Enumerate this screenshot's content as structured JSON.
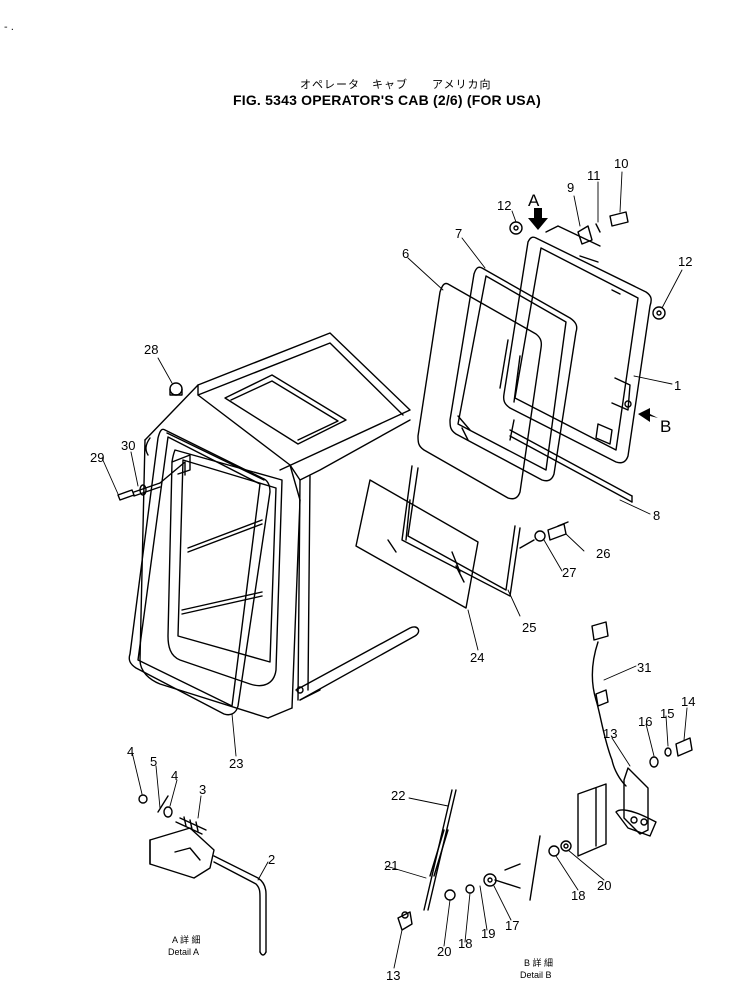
{
  "header": {
    "corner_mark": "- .",
    "title_jp": "オペレータ　キャブ　　アメリカ向",
    "title": "FIG. 5343 OPERATOR'S CAB (2/6) (FOR USA)"
  },
  "view_markers": {
    "a": "A",
    "b": "B"
  },
  "callouts": [
    {
      "id": "c1",
      "text": "1"
    },
    {
      "id": "c2",
      "text": "2"
    },
    {
      "id": "c3",
      "text": "3"
    },
    {
      "id": "c4a",
      "text": "4"
    },
    {
      "id": "c4b",
      "text": "4"
    },
    {
      "id": "c5",
      "text": "5"
    },
    {
      "id": "c6",
      "text": "6"
    },
    {
      "id": "c7",
      "text": "7"
    },
    {
      "id": "c8",
      "text": "8"
    },
    {
      "id": "c9",
      "text": "9"
    },
    {
      "id": "c10",
      "text": "10"
    },
    {
      "id": "c11",
      "text": "11"
    },
    {
      "id": "c12a",
      "text": "12"
    },
    {
      "id": "c12b",
      "text": "12"
    },
    {
      "id": "c13a",
      "text": "13"
    },
    {
      "id": "c13b",
      "text": "13"
    },
    {
      "id": "c14",
      "text": "14"
    },
    {
      "id": "c15",
      "text": "15"
    },
    {
      "id": "c16",
      "text": "16"
    },
    {
      "id": "c17",
      "text": "17"
    },
    {
      "id": "c18a",
      "text": "18"
    },
    {
      "id": "c18b",
      "text": "18"
    },
    {
      "id": "c19",
      "text": "19"
    },
    {
      "id": "c20a",
      "text": "20"
    },
    {
      "id": "c20b",
      "text": "20"
    },
    {
      "id": "c21",
      "text": "21"
    },
    {
      "id": "c22",
      "text": "22"
    },
    {
      "id": "c23",
      "text": "23"
    },
    {
      "id": "c24",
      "text": "24"
    },
    {
      "id": "c25",
      "text": "25"
    },
    {
      "id": "c26",
      "text": "26"
    },
    {
      "id": "c27",
      "text": "27"
    },
    {
      "id": "c28",
      "text": "28"
    },
    {
      "id": "c29",
      "text": "29"
    },
    {
      "id": "c30",
      "text": "30"
    },
    {
      "id": "c31",
      "text": "31"
    }
  ],
  "details": {
    "a_jp": "A 詳 細",
    "a_label": "Detail A",
    "b_jp": "B 詳 細",
    "b_label": "Detail B"
  }
}
